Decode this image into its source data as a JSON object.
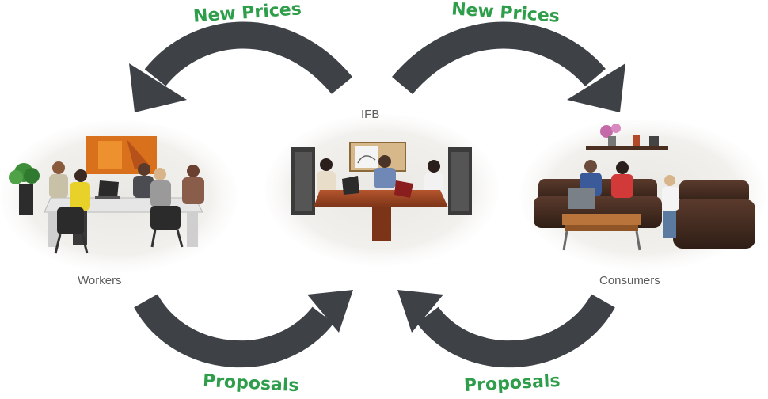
{
  "labels": {
    "new_prices_left": "New Prices",
    "new_prices_right": "New Prices",
    "proposals_left": "Proposals",
    "proposals_right": "Proposals",
    "ifb": "IFB",
    "workers": "Workers",
    "consumers": "Consumers"
  },
  "colors": {
    "arrow": "#3e4247",
    "label_green": "#2e9e4a",
    "label_gray": "#5c5c5c"
  },
  "scenes": {
    "workers": "workers-meeting-scene",
    "ifb": "ifb-office-scene",
    "consumers": "consumers-living-room-scene"
  }
}
